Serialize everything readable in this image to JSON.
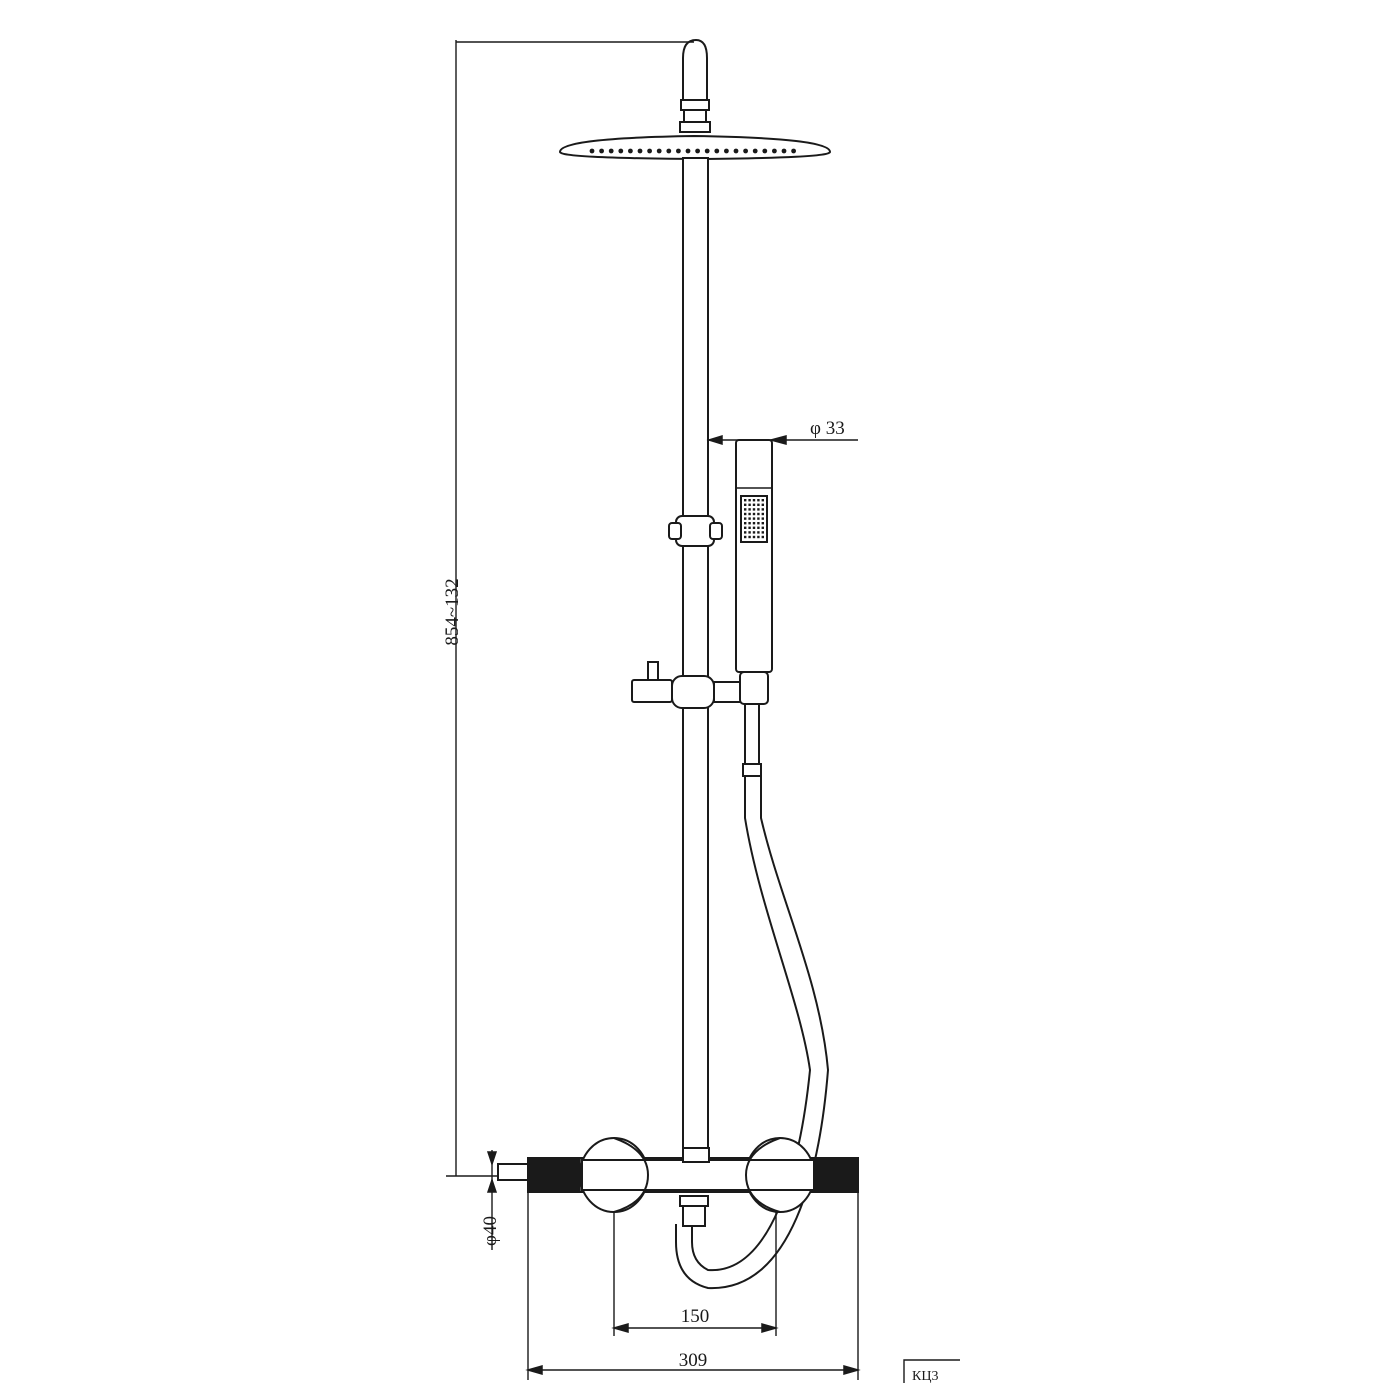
{
  "diagram": {
    "dimensions": {
      "height_range": "854~132",
      "hand_shower_diameter": "φ 33",
      "inlet_diameter": "φ40",
      "inlet_spacing": "150",
      "overall_width": "309"
    },
    "corner_tag": "КЦ3"
  }
}
